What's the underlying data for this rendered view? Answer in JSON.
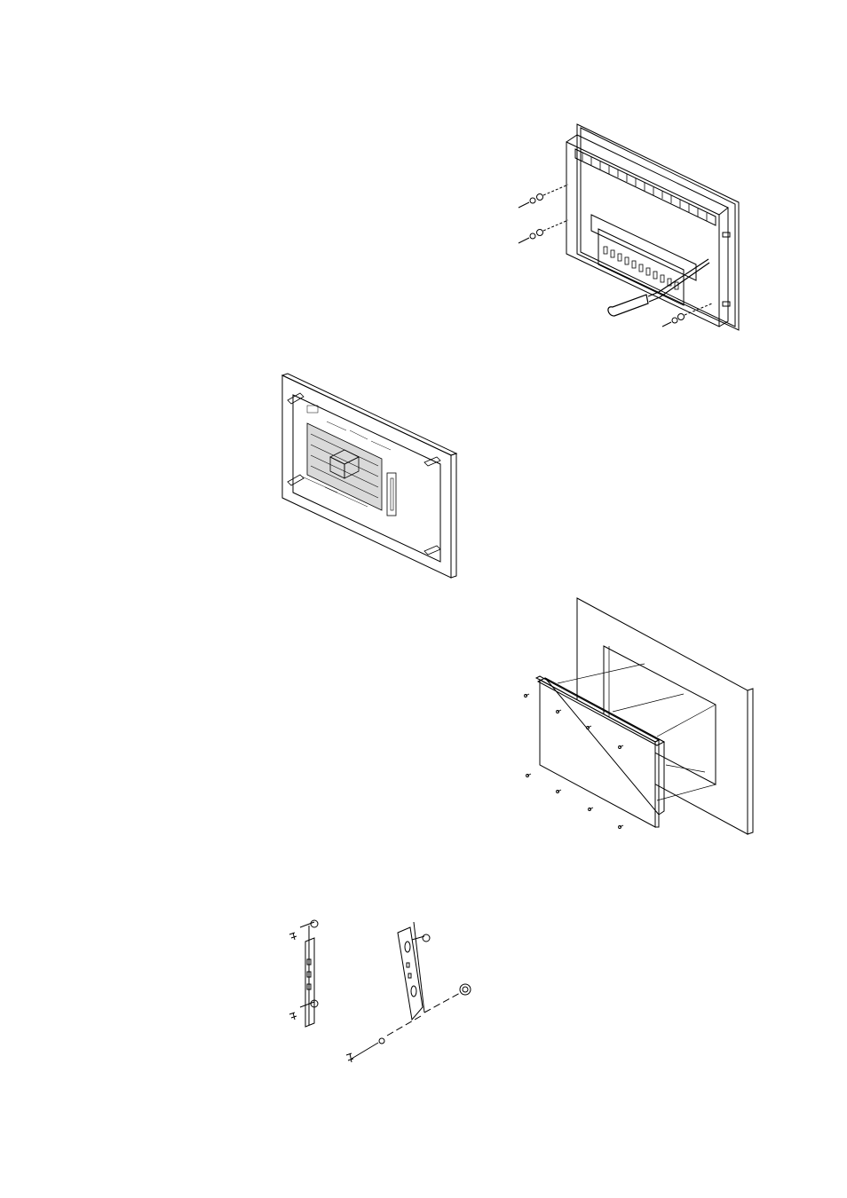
{
  "page": {
    "background": "#ffffff",
    "line_color": "#000000",
    "shade_color": "#d9d9d9",
    "text": ""
  },
  "figures": [
    {
      "name": "rear-screw-removal",
      "screwdriver": true
    },
    {
      "name": "cutout-template-on-wall",
      "template_shaded": true
    },
    {
      "name": "panel-insertion-into-cutout",
      "screw_count": 8
    },
    {
      "name": "mounting-clamps",
      "clamp_count": 2
    }
  ]
}
